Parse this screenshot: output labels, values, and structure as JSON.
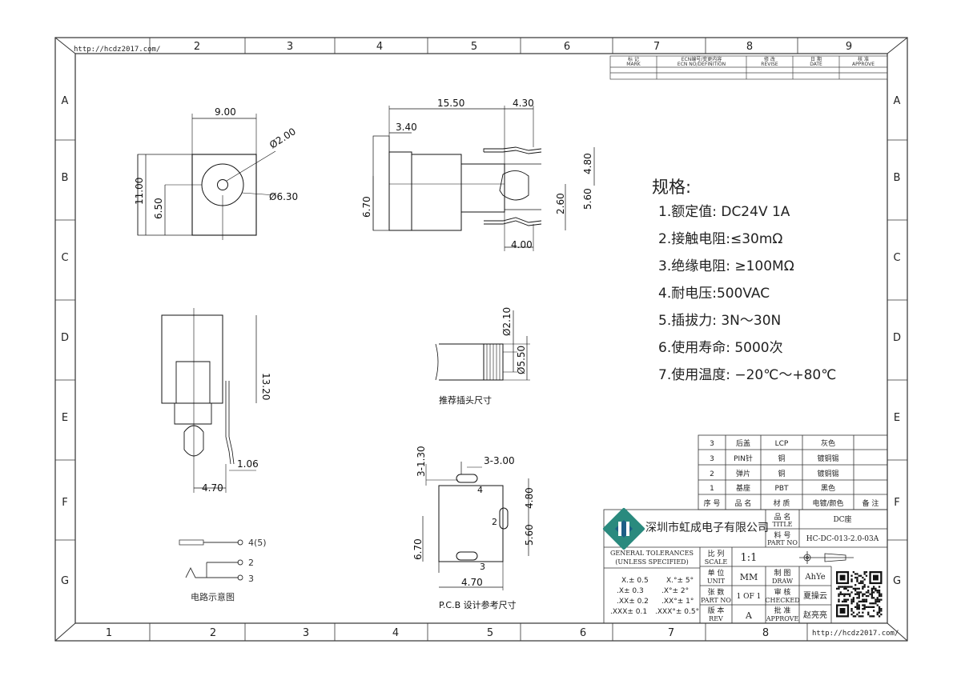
{
  "frame": {
    "url_top": "http://hcdz2017.com/",
    "url_bottom": "http://hcdz2017.com/",
    "top_numbers": [
      "2",
      "3",
      "4",
      "5",
      "6",
      "7",
      "8",
      "9"
    ],
    "bottom_numbers": [
      "1",
      "2",
      "3",
      "4",
      "5",
      "6",
      "7",
      "8"
    ],
    "side_letters": [
      "A",
      "B",
      "C",
      "D",
      "E",
      "F",
      "G"
    ]
  },
  "revision_block": {
    "headers": [
      {
        "cn": "标 记",
        "en": "MARK"
      },
      {
        "cn": "ECN编号/变更内容",
        "en": "ECN NO/DEFINITION"
      },
      {
        "cn": "修 改",
        "en": "REVISE"
      },
      {
        "cn": "日 期",
        "en": "DATE"
      },
      {
        "cn": "核 准",
        "en": "APPROVE"
      }
    ]
  },
  "views": {
    "front": {
      "dims": [
        "9.00",
        "Ø2.00",
        "Ø6.30",
        "11.00",
        "6.50"
      ]
    },
    "side": {
      "dims": [
        "15.50",
        "4.30",
        "3.40",
        "6.70",
        "2.60",
        "4.80",
        "5.60",
        "4.00"
      ]
    },
    "bottom": {
      "dims": [
        "13.20",
        "1.06",
        "4.70"
      ]
    },
    "plug": {
      "dims": [
        "Ø2.10",
        "Ø5.50"
      ],
      "caption": "推荐插头尺寸"
    },
    "pcb": {
      "dims": [
        "3-1.30",
        "3-3.00",
        "6.70",
        "4.80",
        "5.60",
        "4.70"
      ],
      "pads": [
        "4",
        "2",
        "3"
      ],
      "caption": "P.C.B 设计参考尺寸"
    },
    "circuit": {
      "pins": [
        "4(5)",
        "2",
        "3"
      ],
      "caption": "电路示意图"
    }
  },
  "specs": {
    "title": "规格:",
    "items": [
      "1.额定值:  DC24V  1A",
      "2.接触电阻:≤30mΩ",
      "3.绝缘电阻:  ≥100MΩ",
      "4.耐电压:500VAC",
      "5.插拔力:  3N～30N",
      "6.使用寿命:  5000次",
      "7.使用温度:  −20℃～+80℃"
    ]
  },
  "materials": {
    "rows": [
      [
        "3",
        "后盖",
        "LCP",
        "灰色",
        ""
      ],
      [
        "3",
        "PIN针",
        "铜",
        "镀铜锡",
        ""
      ],
      [
        "2",
        "弹片",
        "铜",
        "镀铜锡",
        ""
      ],
      [
        "1",
        "基座",
        "PBT",
        "黑色",
        ""
      ],
      [
        "序 号",
        "品 名",
        "材 质",
        "电镀/颜色",
        "备 注"
      ]
    ]
  },
  "title_block": {
    "company": "深圳市虹成电子有限公司",
    "title_label_cn": "品 名",
    "title_label_en": "TITLE",
    "title": "DC座",
    "part_no_label_cn": "料 号",
    "part_no_label_en": "PART NO",
    "part_no": "HC-DC-013-2.0-03A",
    "scale_label_cn": "比 列",
    "scale_label_en": "SCALE",
    "scale": "1:1",
    "unit_label_cn": "单 位",
    "unit_label_en": "UNIT",
    "unit": "MM",
    "draw_label_cn": "制 图",
    "draw_label_en": "DRAW",
    "drawn_by": "AhYe",
    "sheet_label_cn": "张 数",
    "sheet_label_en": "PART NO",
    "sheet": "1 OF 1",
    "checked_label_cn": "审 核",
    "checked_label_en": "CHECKED",
    "checked_by": "夏操云",
    "rev_label_cn": "版 本",
    "rev_label_en": "REV",
    "rev": "A",
    "approval_label_cn": "批 准",
    "approval_label_en": "APPROVE",
    "approved_by": "赵亮亮"
  },
  "tolerances": {
    "heading_1": "GENERAL TOLERANCES",
    "heading_2": "(UNLESS SPECIFIED)",
    "linear": [
      "X.± 0.5",
      ".X± 0.3",
      ".XX± 0.2",
      ".XXX± 0.1"
    ],
    "angular": [
      "X.°± 5°",
      ".X°± 2°",
      ".XX°± 1°",
      ".XXX°± 0.5°"
    ]
  },
  "colors": {
    "line": "#111111",
    "logo_primary": "#2a8a7e",
    "logo_secondary": "#1d5f86"
  }
}
